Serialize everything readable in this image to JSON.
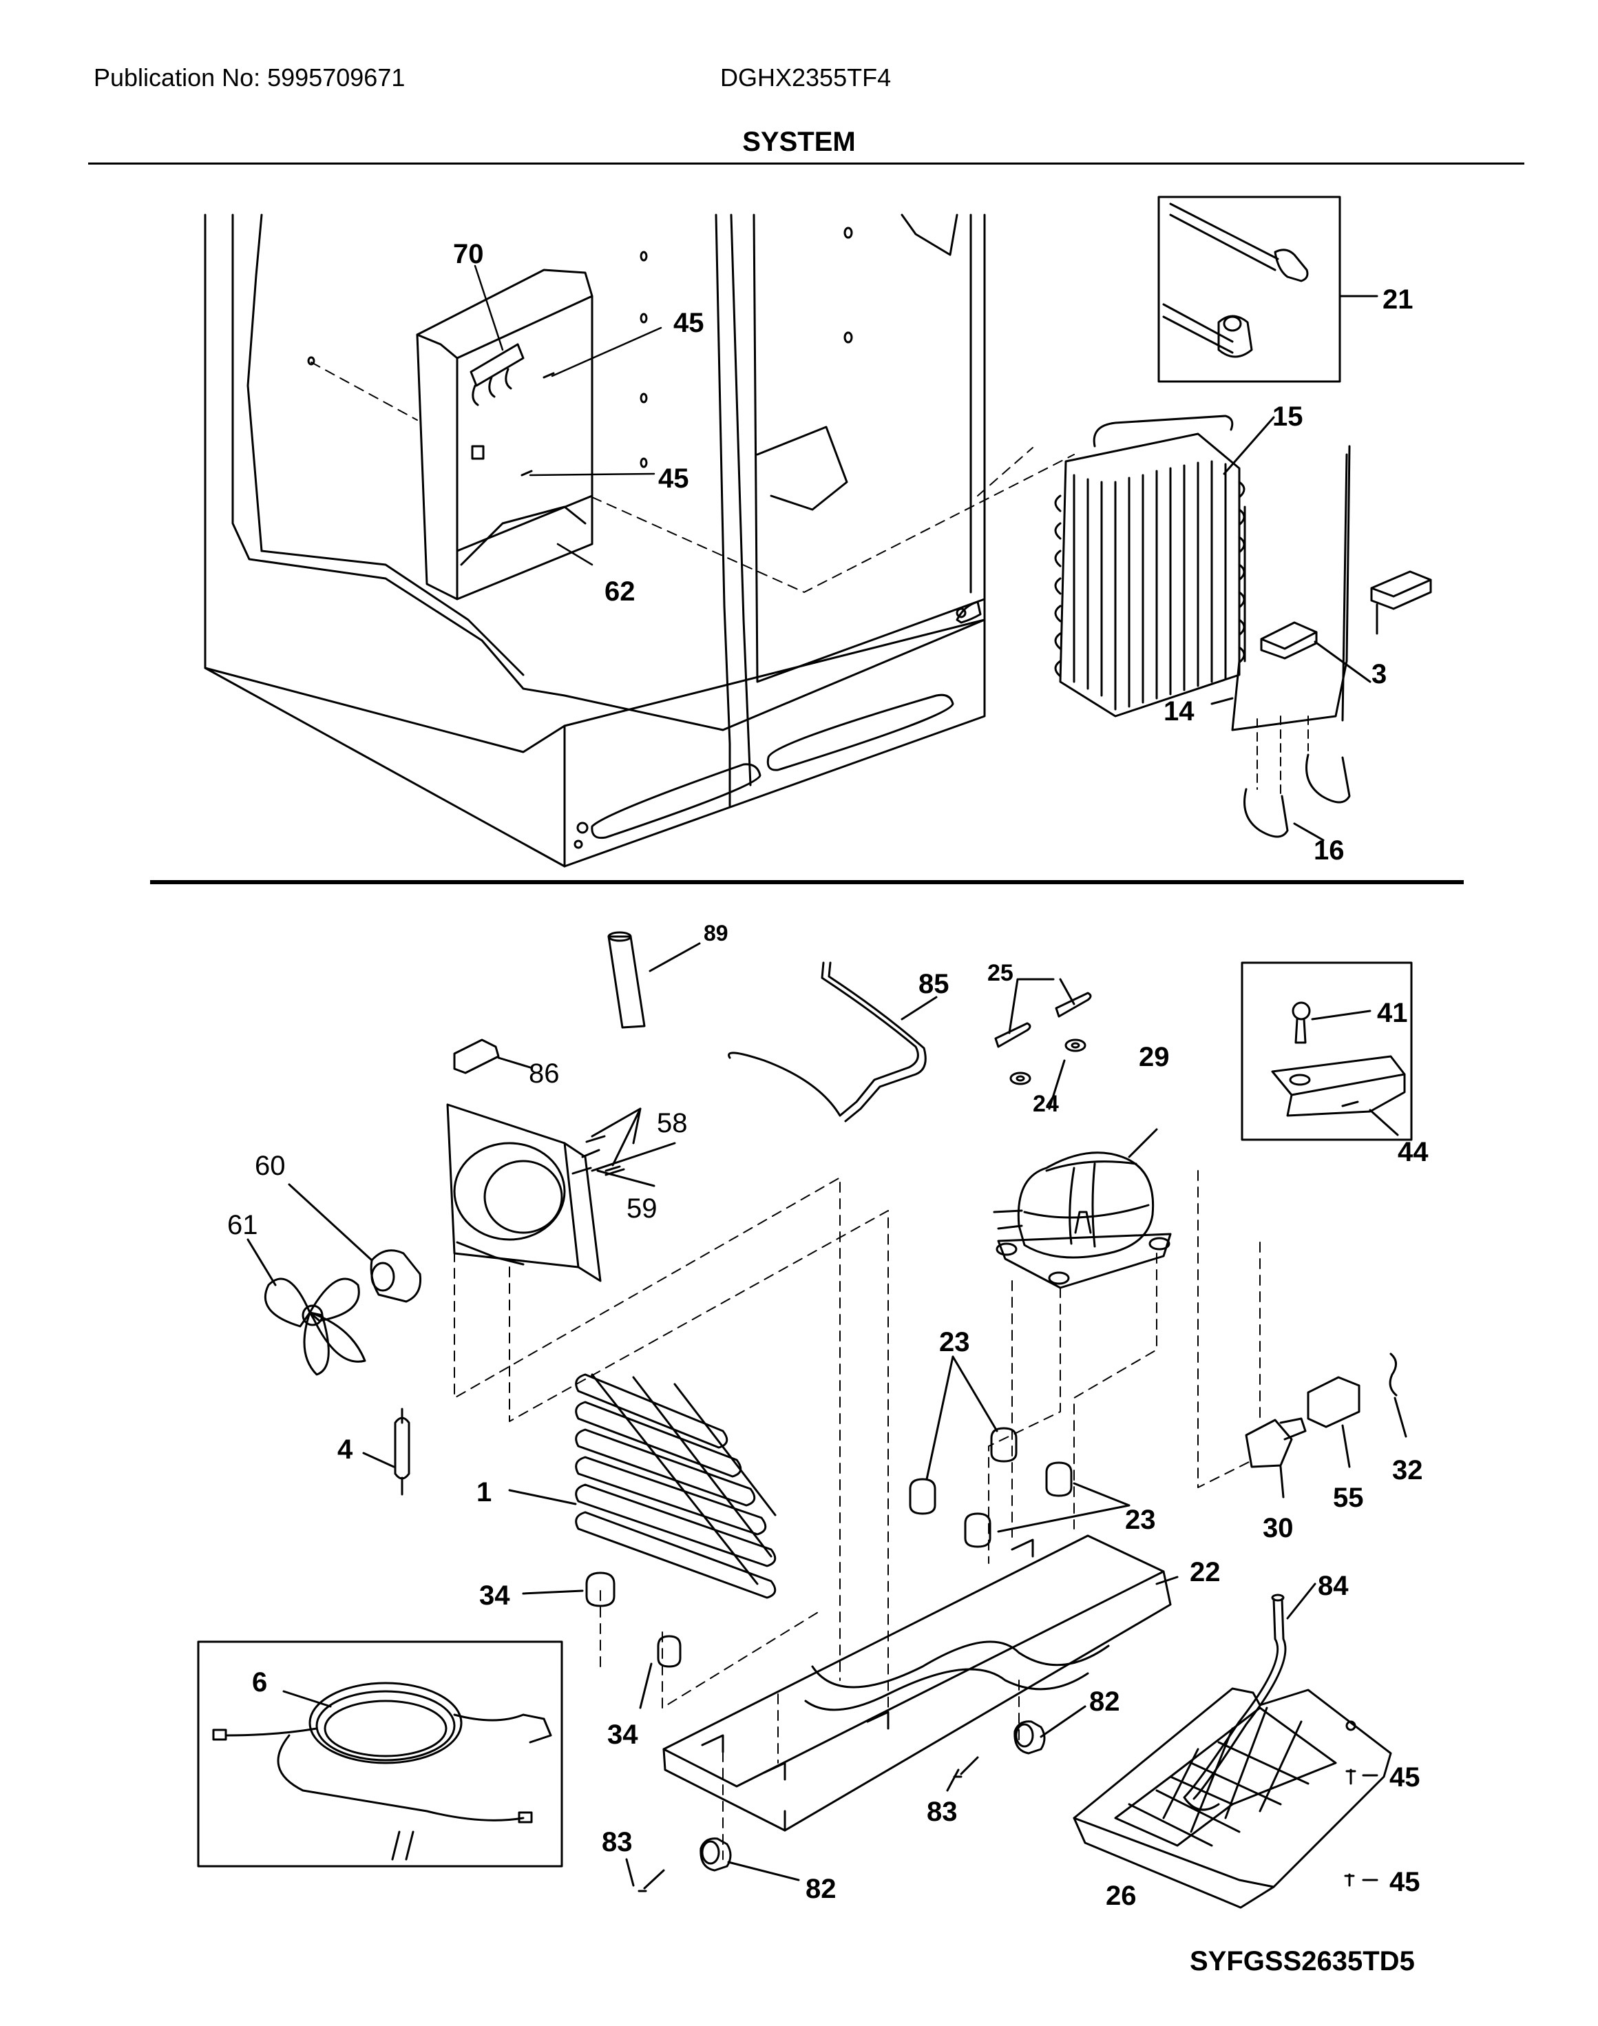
{
  "header": {
    "publication": "Publication No: 5995709671",
    "model": "DGHX2355TF4",
    "section_title": "SYSTEM"
  },
  "footer": {
    "diagram_code": "SYFGSS2635TD5"
  },
  "callouts": {
    "c70": "70",
    "c45a": "45",
    "c45b": "45",
    "c62": "62",
    "c21": "21",
    "c15": "15",
    "c14": "14",
    "c3": "3",
    "c16": "16",
    "c89": "89",
    "c85": "85",
    "c25": "25",
    "c24": "24",
    "c29": "29",
    "c41": "41",
    "c44": "44",
    "c86": "86",
    "c58": "58",
    "c60": "60",
    "c61": "61",
    "c59": "59",
    "c23a": "23",
    "c23b": "23",
    "c4": "4",
    "c1": "1",
    "c30": "30",
    "c55": "55",
    "c32": "32",
    "c22": "22",
    "c34a": "34",
    "c34b": "34",
    "c84": "84",
    "c6": "6",
    "c82a": "82",
    "c83a": "83",
    "c45c": "45",
    "c45d": "45",
    "c83b": "83",
    "c82b": "82",
    "c26": "26"
  }
}
